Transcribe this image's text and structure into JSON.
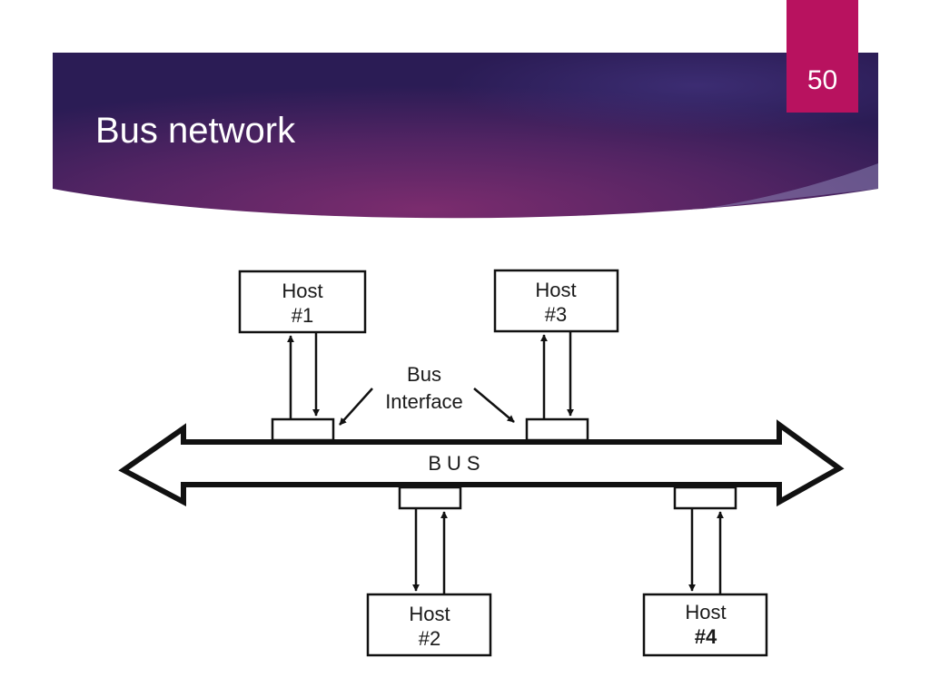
{
  "slide": {
    "title": "Bus network",
    "page_number": "50"
  },
  "colors": {
    "header_dark": "#2a1c55",
    "header_mid": "#6b2a6a",
    "badge": "#b8125f",
    "line": "#111111"
  },
  "diagram": {
    "hosts": [
      {
        "line1": "Host",
        "line2": "#1"
      },
      {
        "line1": "Host",
        "line2": "#3"
      },
      {
        "line1": "Host",
        "line2": "#2"
      },
      {
        "line1": "Host",
        "line2": "#4"
      }
    ],
    "bus_label": "BUS",
    "interface_label_line1": "Bus",
    "interface_label_line2": "Interface"
  }
}
